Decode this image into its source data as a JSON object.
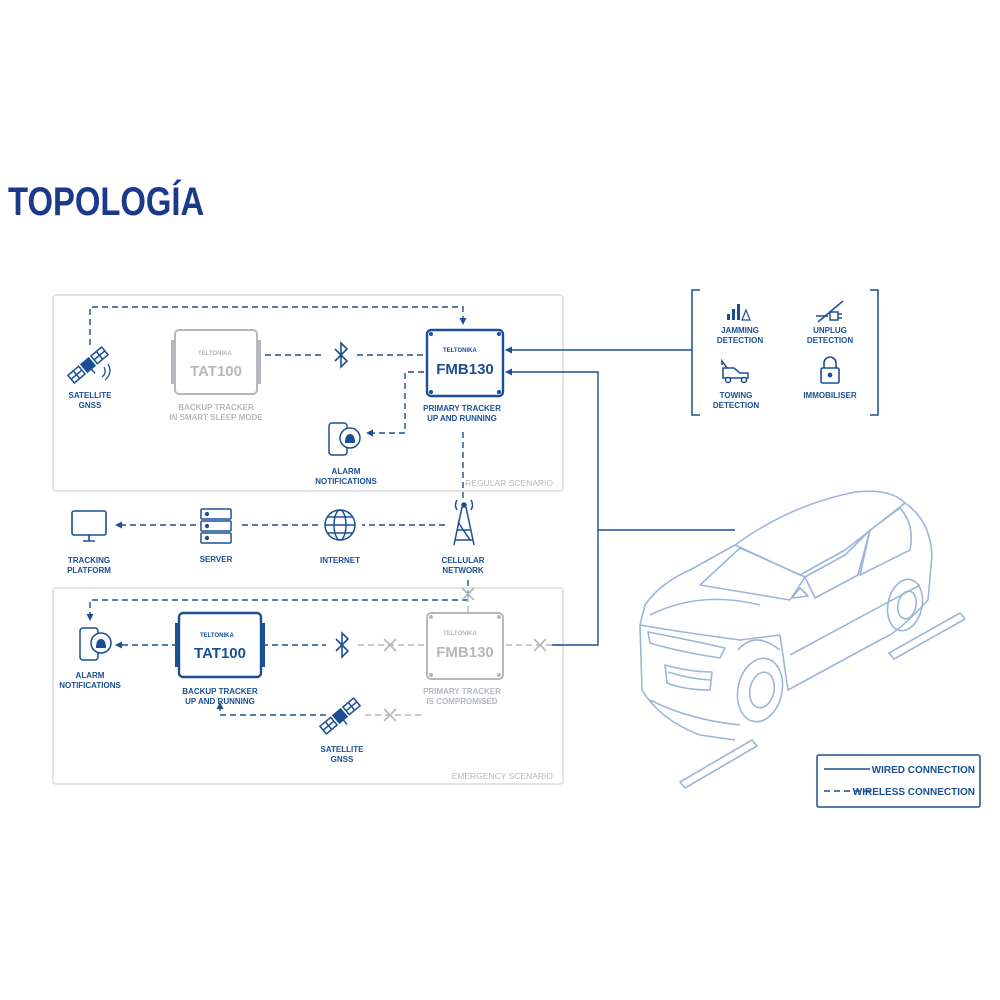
{
  "title": "TOPOLOGÍA",
  "regular": {
    "scenario_label": "REGULAR SCENARIO",
    "satellite": [
      "SATELLITE",
      "GNSS"
    ],
    "backup_device": "TAT100",
    "backup_brand": "TELTONIKA",
    "backup_caption": [
      "BACKUP TRACKER",
      "IN SMART SLEEP MODE"
    ],
    "primary_device": "FMB130",
    "primary_brand": "TELTONIKA",
    "primary_caption": [
      "PRIMARY TRACKER",
      "UP AND RUNNING"
    ],
    "alarm": [
      "ALARM",
      "NOTIFICATIONS"
    ]
  },
  "network": {
    "tracking": [
      "TRACKING",
      "PLATFORM"
    ],
    "server": "SERVER",
    "internet": "INTERNET",
    "cellular": [
      "CELLULAR",
      "NETWORK"
    ]
  },
  "emergency": {
    "scenario_label": "EMERGENCY SCENARIO",
    "alarm": [
      "ALARM",
      "NOTIFICATIONS"
    ],
    "backup_device": "TAT100",
    "backup_brand": "TELTONIKA",
    "backup_caption": [
      "BACKUP TRACKER",
      "UP AND RUNNING"
    ],
    "primary_device": "FMB130",
    "primary_brand": "TELTONIKA",
    "primary_caption": [
      "PRIMARY TRACKER",
      "IS COMPROMISED"
    ],
    "satellite": [
      "SATELLITE",
      "GNSS"
    ]
  },
  "features": {
    "jamming": [
      "JAMMING",
      "DETECTION"
    ],
    "unplug": [
      "UNPLUG",
      "DETECTION"
    ],
    "towing": [
      "TOWING",
      "DETECTION"
    ],
    "immobiliser": "IMMOBILISER"
  },
  "legend": {
    "wired": "WIRED CONNECTION",
    "wireless": "WIRELESS CONNECTION"
  },
  "colors": {
    "primary": "#1b4f94",
    "title": "#1b3a8c",
    "inactive": "#b5b9be",
    "car_outline": "#9db6d8"
  }
}
